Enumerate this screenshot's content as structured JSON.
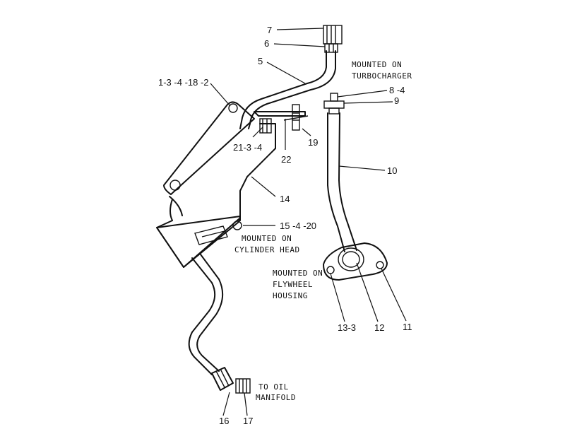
{
  "callouts": {
    "c7": "7",
    "c6": "6",
    "c5": "5",
    "c1_3_4_18_2": "1-3 -4 -18 -2",
    "c8_4": "8 -4",
    "c9": "9",
    "c21_3_4": "21-3 -4",
    "c22": "22",
    "c19": "19",
    "c10": "10",
    "c14": "14",
    "c15_4_20": "15 -4 -20",
    "c13_3": "13-3",
    "c12": "12",
    "c11": "11",
    "c16": "16",
    "c17": "17"
  },
  "notes": {
    "turbo": [
      "MOUNTED ON",
      "TURBOCHARGER"
    ],
    "cylinder": [
      "MOUNTED ON",
      "CYLINDER HEAD"
    ],
    "flywheel": [
      "MOUNTED ON",
      "FLYWHEEL",
      "HOUSING"
    ],
    "oil": [
      "TO OIL",
      "MANIFOLD"
    ]
  }
}
